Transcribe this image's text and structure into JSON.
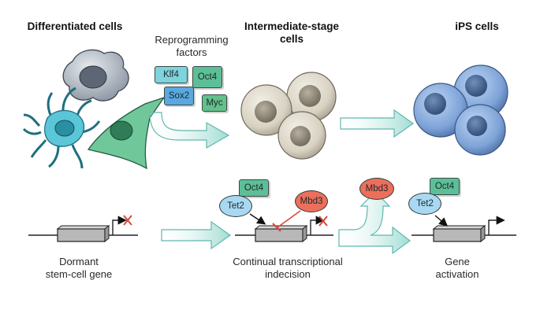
{
  "headings": {
    "differentiated": "Differentiated cells",
    "intermediate_line1": "Intermediate-stage",
    "intermediate_line2": "cells",
    "ips": "iPS cells"
  },
  "factors": {
    "title_line1": "Reprogramming",
    "title_line2": "factors",
    "klf4": "Klf4",
    "oct4": "Oct4",
    "sox2": "Sox2",
    "myc": "Myc"
  },
  "bottom": {
    "oct4_mid": "Oct4",
    "tet2_mid": "Tet2",
    "mbd3_mid": "Mbd3",
    "mbd3_right": "Mbd3",
    "oct4_right": "Oct4",
    "tet2_right": "Tet2"
  },
  "captions": {
    "dormant_line1": "Dormant",
    "dormant_line2": "stem-cell gene",
    "indecision_line1": "Continual transcriptional",
    "indecision_line2": "indecision",
    "activation_line1": "Gene",
    "activation_line2": "activation"
  },
  "colors": {
    "arrow_fill": "#b9e6e0",
    "arrow_stroke": "#5fb8ad",
    "klf4": "#7fd3dc",
    "oct4": "#5dbf97",
    "sox2": "#5aa8df",
    "myc": "#63c08b",
    "tet2": "#a9d8f2",
    "mbd3": "#ec6f5c",
    "gene_box": "#b8b8b8",
    "inhibit": "#d9473a"
  }
}
